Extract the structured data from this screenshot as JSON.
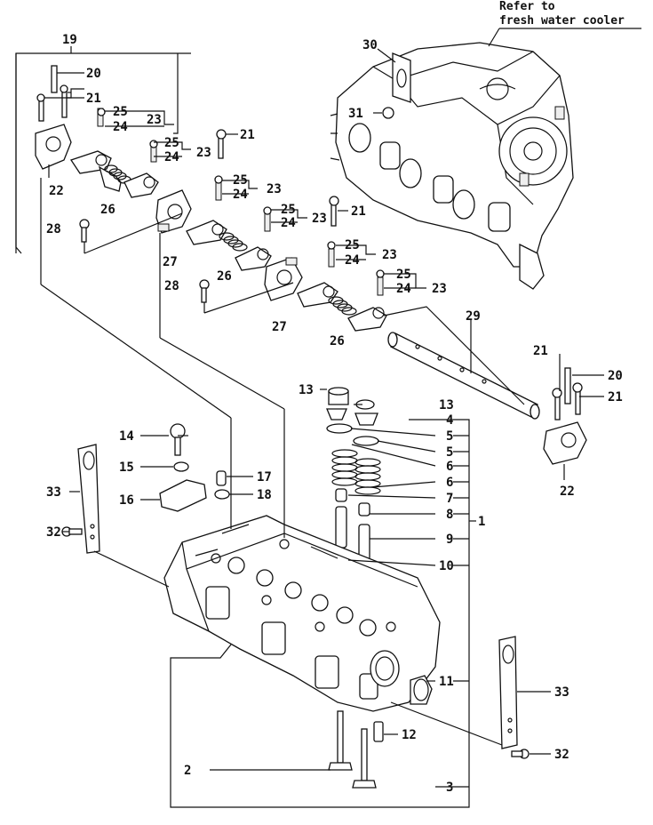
{
  "note": {
    "line1": "Refer to",
    "line2": "fresh water cooler"
  },
  "callouts": [
    {
      "id": "c1",
      "text": "1"
    },
    {
      "id": "c2",
      "text": "2"
    },
    {
      "id": "c3",
      "text": "3"
    },
    {
      "id": "c4",
      "text": "4"
    },
    {
      "id": "c5a",
      "text": "5"
    },
    {
      "id": "c5b",
      "text": "5"
    },
    {
      "id": "c6a",
      "text": "6"
    },
    {
      "id": "c6b",
      "text": "6"
    },
    {
      "id": "c7",
      "text": "7"
    },
    {
      "id": "c8",
      "text": "8"
    },
    {
      "id": "c9",
      "text": "9"
    },
    {
      "id": "c10",
      "text": "10"
    },
    {
      "id": "c11",
      "text": "11"
    },
    {
      "id": "c12",
      "text": "12"
    },
    {
      "id": "c13a",
      "text": "13"
    },
    {
      "id": "c13b",
      "text": "13"
    },
    {
      "id": "c14",
      "text": "14"
    },
    {
      "id": "c15",
      "text": "15"
    },
    {
      "id": "c16",
      "text": "16"
    },
    {
      "id": "c17",
      "text": "17"
    },
    {
      "id": "c18",
      "text": "18"
    },
    {
      "id": "c19",
      "text": "19"
    },
    {
      "id": "c20a",
      "text": "20"
    },
    {
      "id": "c20b",
      "text": "20"
    },
    {
      "id": "c21a",
      "text": "21"
    },
    {
      "id": "c21b",
      "text": "21"
    },
    {
      "id": "c21c",
      "text": "21"
    },
    {
      "id": "c21d",
      "text": "21"
    },
    {
      "id": "c21e",
      "text": "21"
    },
    {
      "id": "c22a",
      "text": "22"
    },
    {
      "id": "c22b",
      "text": "22"
    },
    {
      "id": "c23a",
      "text": "23"
    },
    {
      "id": "c23b",
      "text": "23"
    },
    {
      "id": "c23c",
      "text": "23"
    },
    {
      "id": "c23d",
      "text": "23"
    },
    {
      "id": "c23e",
      "text": "23"
    },
    {
      "id": "c23f",
      "text": "23"
    },
    {
      "id": "c24a",
      "text": "24"
    },
    {
      "id": "c24b",
      "text": "24"
    },
    {
      "id": "c24c",
      "text": "24"
    },
    {
      "id": "c24d",
      "text": "24"
    },
    {
      "id": "c24e",
      "text": "24"
    },
    {
      "id": "c24f",
      "text": "24"
    },
    {
      "id": "c25a",
      "text": "25"
    },
    {
      "id": "c25b",
      "text": "25"
    },
    {
      "id": "c25c",
      "text": "25"
    },
    {
      "id": "c25d",
      "text": "25"
    },
    {
      "id": "c25e",
      "text": "25"
    },
    {
      "id": "c25f",
      "text": "25"
    },
    {
      "id": "c26a",
      "text": "26"
    },
    {
      "id": "c26b",
      "text": "26"
    },
    {
      "id": "c26c",
      "text": "26"
    },
    {
      "id": "c27a",
      "text": "27"
    },
    {
      "id": "c27b",
      "text": "27"
    },
    {
      "id": "c28a",
      "text": "28"
    },
    {
      "id": "c28b",
      "text": "28"
    },
    {
      "id": "c29",
      "text": "29"
    },
    {
      "id": "c30",
      "text": "30"
    },
    {
      "id": "c31",
      "text": "31"
    },
    {
      "id": "c32a",
      "text": "32"
    },
    {
      "id": "c32b",
      "text": "32"
    },
    {
      "id": "c33a",
      "text": "33"
    },
    {
      "id": "c33b",
      "text": "33"
    }
  ]
}
